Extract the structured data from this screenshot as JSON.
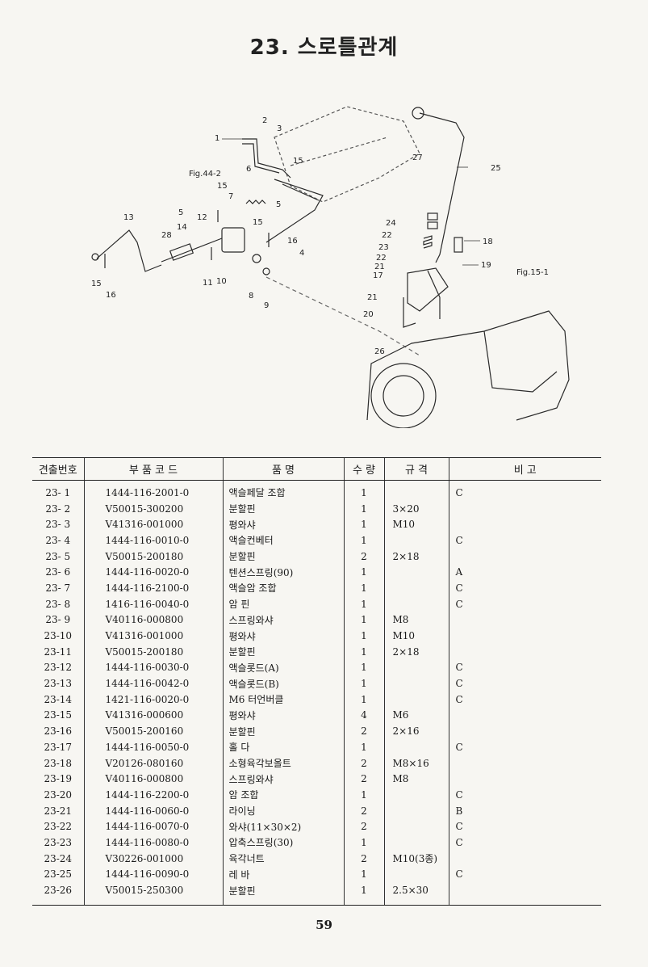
{
  "page": {
    "title": "23. 스로틀관계",
    "page_number": "59"
  },
  "diagram": {
    "callouts": [
      "1",
      "2",
      "3",
      "4",
      "5",
      "5",
      "6",
      "7",
      "8",
      "9",
      "10",
      "11",
      "12",
      "13",
      "14",
      "15",
      "15",
      "15",
      "15",
      "16",
      "16",
      "17",
      "18",
      "19",
      "20",
      "21",
      "21",
      "22",
      "22",
      "23",
      "24",
      "25",
      "26",
      "27",
      "28"
    ],
    "fig_refs": [
      "Fig.44-2",
      "Fig.15-1"
    ]
  },
  "table": {
    "headers": [
      "견출번호",
      "부 품 코 드",
      "품 명",
      "수 량",
      "규 격",
      "비 고"
    ],
    "rows": [
      {
        "no": "23- 1",
        "code": "1444-116-2001-0",
        "name": "액슬페달 조합",
        "qty": "1",
        "spec": "",
        "note": "C"
      },
      {
        "no": "23- 2",
        "code": "V50015-300200",
        "name": "분할핀",
        "qty": "1",
        "spec": "3×20",
        "note": ""
      },
      {
        "no": "23- 3",
        "code": "V41316-001000",
        "name": "평와샤",
        "qty": "1",
        "spec": "M10",
        "note": ""
      },
      {
        "no": "23- 4",
        "code": "1444-116-0010-0",
        "name": "액슬컨베터",
        "qty": "1",
        "spec": "",
        "note": "C"
      },
      {
        "no": "23- 5",
        "code": "V50015-200180",
        "name": "분할핀",
        "qty": "2",
        "spec": "2×18",
        "note": ""
      },
      {
        "no": "23- 6",
        "code": "1444-116-0020-0",
        "name": "텐션스프링(90)",
        "qty": "1",
        "spec": "",
        "note": "A"
      },
      {
        "no": "23- 7",
        "code": "1444-116-2100-0",
        "name": "액슬암 조합",
        "qty": "1",
        "spec": "",
        "note": "C"
      },
      {
        "no": "23- 8",
        "code": "1416-116-0040-0",
        "name": "암 핀",
        "qty": "1",
        "spec": "",
        "note": "C"
      },
      {
        "no": "23- 9",
        "code": "V40116-000800",
        "name": "스프링와샤",
        "qty": "1",
        "spec": "M8",
        "note": ""
      },
      {
        "no": "23-10",
        "code": "V41316-001000",
        "name": "평와샤",
        "qty": "1",
        "spec": "M10",
        "note": ""
      },
      {
        "no": "23-11",
        "code": "V50015-200180",
        "name": "분할핀",
        "qty": "1",
        "spec": "2×18",
        "note": ""
      },
      {
        "no": "23-12",
        "code": "1444-116-0030-0",
        "name": "액슬롯드(A)",
        "qty": "1",
        "spec": "",
        "note": "C"
      },
      {
        "no": "23-13",
        "code": "1444-116-0042-0",
        "name": "액슬롯드(B)",
        "qty": "1",
        "spec": "",
        "note": "C"
      },
      {
        "no": "23-14",
        "code": "1421-116-0020-0",
        "name": "M6 터언버클",
        "qty": "1",
        "spec": "",
        "note": "C"
      },
      {
        "no": "23-15",
        "code": "V41316-000600",
        "name": "평와샤",
        "qty": "4",
        "spec": "M6",
        "note": ""
      },
      {
        "no": "23-16",
        "code": "V50015-200160",
        "name": "분할핀",
        "qty": "2",
        "spec": "2×16",
        "note": ""
      },
      {
        "no": "23-17",
        "code": "1444-116-0050-0",
        "name": "홀 다",
        "qty": "1",
        "spec": "",
        "note": "C"
      },
      {
        "no": "23-18",
        "code": "V20126-080160",
        "name": "소형육각보올트",
        "qty": "2",
        "spec": "M8×16",
        "note": ""
      },
      {
        "no": "23-19",
        "code": "V40116-000800",
        "name": "스프링와샤",
        "qty": "2",
        "spec": "M8",
        "note": ""
      },
      {
        "no": "23-20",
        "code": "1444-116-2200-0",
        "name": "암 조합",
        "qty": "1",
        "spec": "",
        "note": "C"
      },
      {
        "no": "23-21",
        "code": "1444-116-0060-0",
        "name": "라이닝",
        "qty": "2",
        "spec": "",
        "note": "B"
      },
      {
        "no": "23-22",
        "code": "1444-116-0070-0",
        "name": "와샤(11×30×2)",
        "qty": "2",
        "spec": "",
        "note": "C"
      },
      {
        "no": "23-23",
        "code": "1444-116-0080-0",
        "name": "압축스프링(30)",
        "qty": "1",
        "spec": "",
        "note": "C"
      },
      {
        "no": "23-24",
        "code": "V30226-001000",
        "name": "육각너트",
        "qty": "2",
        "spec": "M10(3종)",
        "note": ""
      },
      {
        "no": "23-25",
        "code": "1444-116-0090-0",
        "name": "레 바",
        "qty": "1",
        "spec": "",
        "note": "C"
      },
      {
        "no": "23-26",
        "code": "V50015-250300",
        "name": "분할핀",
        "qty": "1",
        "spec": "2.5×30",
        "note": ""
      }
    ]
  }
}
